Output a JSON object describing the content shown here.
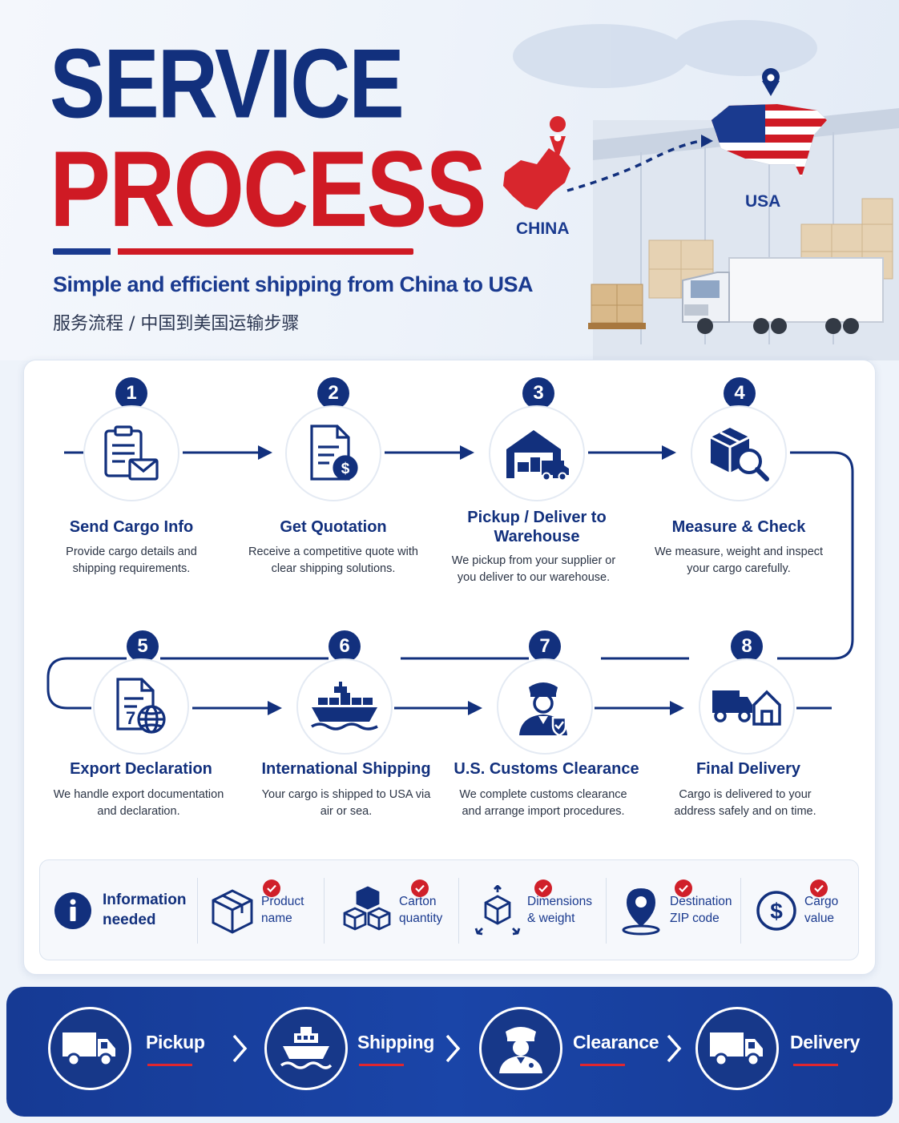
{
  "hero": {
    "title_line1": "SERVICE",
    "title_line2": "PROCESS",
    "subtitle": "Simple and efficient shipping from China to USA",
    "subtitle_cn": "服务流程 / 中国到美国运输步骤",
    "origin_label": "CHINA",
    "destination_label": "USA"
  },
  "steps": [
    {
      "number": "1",
      "title": "Send Cargo Info",
      "desc": "Provide cargo details and shipping requirements.",
      "icon": "clipboard-envelope-icon"
    },
    {
      "number": "2",
      "title": "Get Quotation",
      "desc": "Receive a competitive quote with clear shipping solutions.",
      "icon": "quote-document-icon"
    },
    {
      "number": "3",
      "title": "Pickup / Deliver to Warehouse",
      "desc": "We pickup from your supplier or you deliver to our warehouse.",
      "icon": "warehouse-truck-icon"
    },
    {
      "number": "4",
      "title": "Measure & Check",
      "desc": "We measure, weight and inspect your cargo carefully.",
      "icon": "box-magnifier-icon"
    },
    {
      "number": "5",
      "title": "Export Declaration",
      "desc": "We handle export documentation and declaration.",
      "icon": "document-globe-icon"
    },
    {
      "number": "6",
      "title": "International Shipping",
      "desc": "Your cargo is shipped to USA via air or sea.",
      "icon": "cargo-ship-icon"
    },
    {
      "number": "7",
      "title": "U.S. Customs Clearance",
      "desc": "We complete customs clearance and arrange import procedures.",
      "icon": "customs-officer-icon"
    },
    {
      "number": "8",
      "title": "Final Delivery",
      "desc": "Cargo is delivered to your address safely and on time.",
      "icon": "truck-house-icon"
    }
  ],
  "info": {
    "heading": "Information needed",
    "items": [
      {
        "label": "Product name",
        "icon": "box-icon"
      },
      {
        "label": "Carton quantity",
        "icon": "stacked-boxes-icon"
      },
      {
        "label": "Dimensions & weight",
        "icon": "box-dimensions-icon"
      },
      {
        "label": "Destination ZIP code",
        "icon": "location-pin-icon"
      },
      {
        "label": "Cargo value",
        "icon": "dollar-icon"
      }
    ]
  },
  "bar": {
    "items": [
      {
        "label": "Pickup",
        "icon": "truck-icon"
      },
      {
        "label": "Shipping",
        "icon": "ship-icon"
      },
      {
        "label": "Clearance",
        "icon": "officer-icon"
      },
      {
        "label": "Delivery",
        "icon": "truck-icon"
      }
    ]
  },
  "colors": {
    "navy": "#12307d",
    "red": "#cf1a24",
    "bar_blue": "#1a45a8"
  }
}
